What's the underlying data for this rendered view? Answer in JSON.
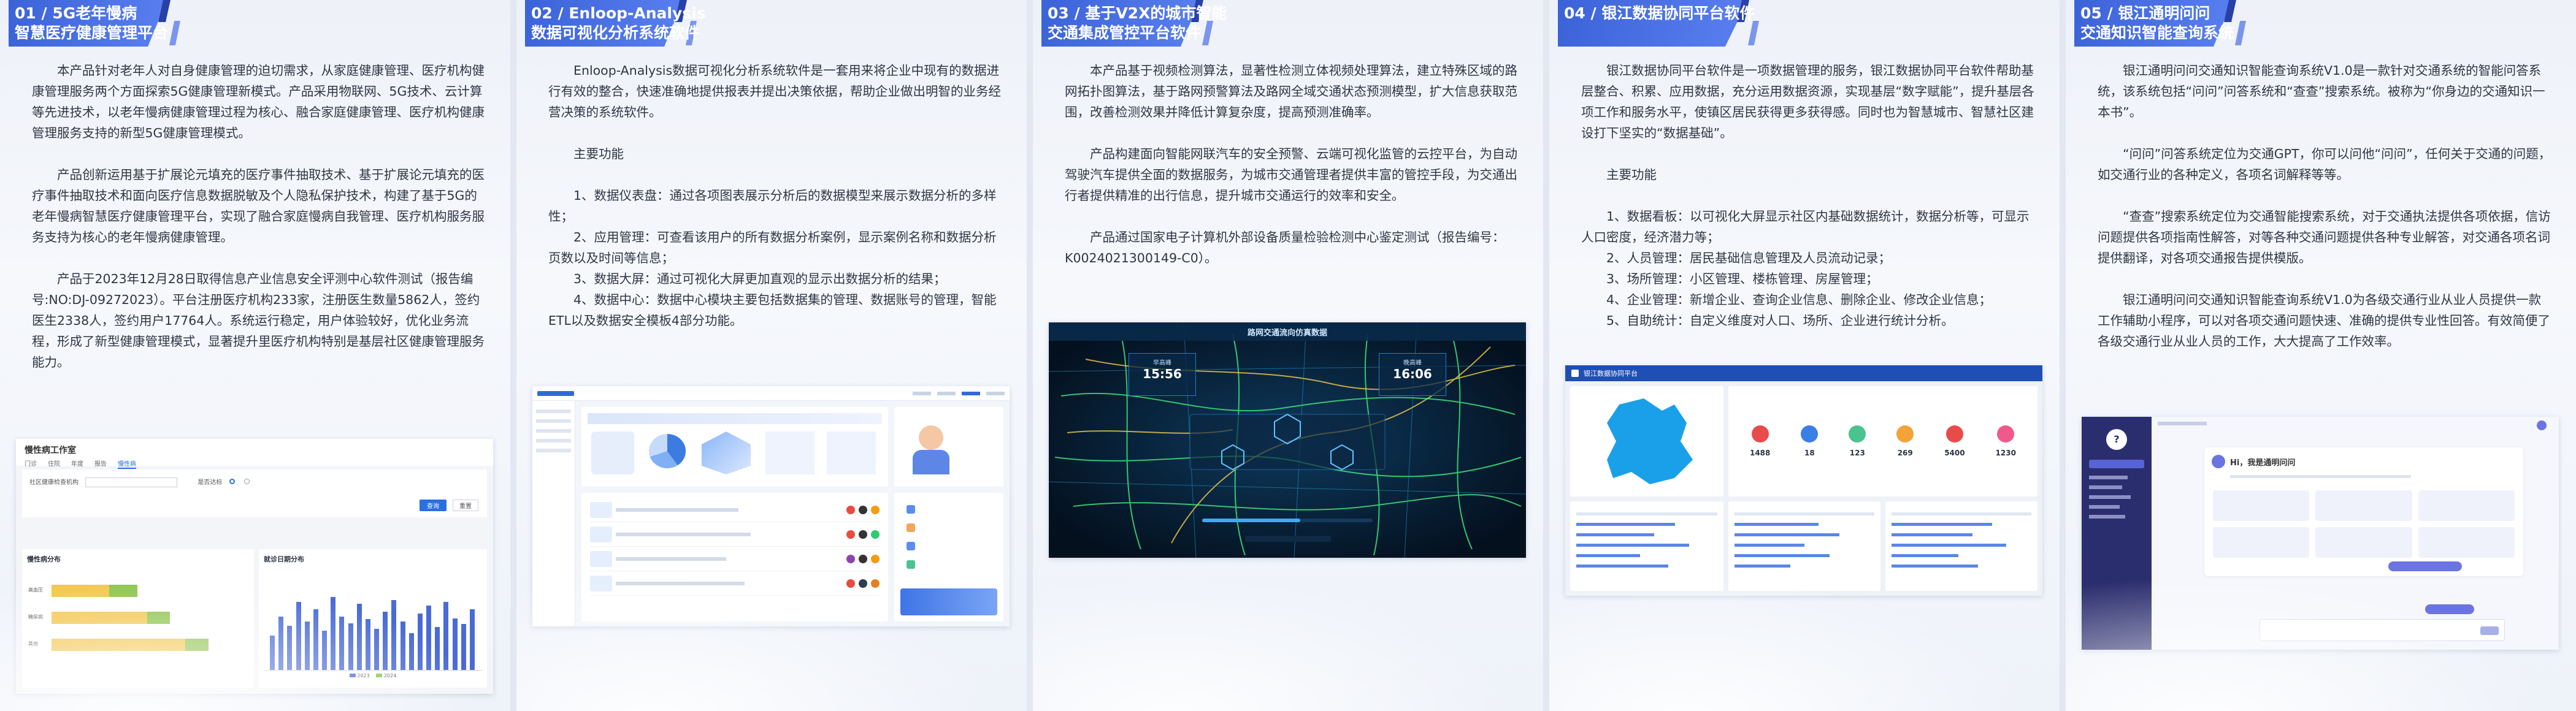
{
  "panels": [
    {
      "num": "01 / 5G老年慢病",
      "title": "智慧医疗健康管理平台",
      "paras": [
        "本产品针对老年人对自身健康管理的迫切需求，从家庭健康管理、医疗机构健康管理服务两个方面探索5G健康管理新模式。产品采用物联网、5G技术、云计算等先进技术，以老年慢病健康管理过程为核心、融合家庭健康管理、医疗机构健康管理服务支持的新型5G健康管理模式。",
        "产品创新运用基于扩展论元填充的医疗事件抽取技术、基于扩展论元填充的医疗事件抽取技术和面向医疗信息数据脱敏及个人隐私保护技术，构建了基于5G的老年慢病智慧医疗健康管理平台，实现了融合家庭慢病自我管理、医疗机构服务服务支持为核心的老年慢病健康管理。",
        "产品于2023年12月28日取得信息产业信息安全评测中心软件测试（报告编号:NO:DJ-09272023）。平台注册医疗机构233家，注册医生数量5862人，签约医生2338人，签约用户17764人。系统运行稳定，用户体验较好，优化业务流程，形成了新型健康管理模式，显著提升里医疗机构特别是基层社区健康管理服务能力。"
      ],
      "shot": {
        "title": "慢性病工作室",
        "tabs": [
          "门诊",
          "住院",
          "年度",
          "报告",
          "慢性病"
        ],
        "filter1": "社区健康检查机构",
        "filter2": "是否达标",
        "search": "查询",
        "reset": "重置",
        "chart1": "慢性病分布",
        "chart2": "就诊日期分布",
        "legend": [
          "2023",
          "2024"
        ],
        "bars1": [
          0.45,
          0.62,
          0.82
        ],
        "bars1b": [
          0.3,
          0.5,
          0.7
        ],
        "bars1labels": [
          "高血压",
          "糖尿病",
          "其他"
        ],
        "bars2": [
          0.35,
          0.55,
          0.45,
          0.7,
          0.5,
          0.62,
          0.4,
          0.75,
          0.55,
          0.48,
          0.68,
          0.52,
          0.42,
          0.6,
          0.72,
          0.5,
          0.38,
          0.58,
          0.66,
          0.44,
          0.7,
          0.53,
          0.47,
          0.62
        ]
      }
    },
    {
      "num": "02 / Enloop-Analysis",
      "title": "数据可视化分析系统软件",
      "paras": [
        "Enloop-Analysis数据可视化分析系统软件是一套用来将企业中现有的数据进行有效的整合，快速准确地提供报表并提出决策依据，帮助企业做出明智的业务经营决策的系统软件。"
      ],
      "func": "主要功能",
      "items": [
        "1、数据仪表盘：通过各项图表展示分析后的数据模型来展示数据分析的多样性；",
        "2、应用管理：可查看该用户的所有数据分析案例，显示案例名称和数据分析页数以及时间等信息；",
        "3、数据大屏：通过可视化大屏更加直观的显示出数据分析的结果；",
        "4、数据中心：数据中心模块主要包括数据集的管理、数据账号的管理，智能ETL以及数据安全模板4部分功能。"
      ]
    },
    {
      "num": "03 / 基于V2X的城市智能",
      "title": "交通集成管控平台软件",
      "paras": [
        "本产品基于视频检测算法，显著性检测立体视频处理算法，建立特殊区域的路网拓扑图算法，基于路网预警算法及路网全域交通状态预测模型，扩大信息获取范围，改善检测效果并降低计算复杂度，提高预测准确率。",
        "产品构建面向智能网联汽车的安全预警、云端可视化监管的云控平台，为自动驾驶汽车提供全面的数据服务，为城市交通管理者提供丰富的管控手段，为交通出行者提供精准的出行信息，提升城市交通运行的效率和安全。",
        "产品通过国家电子计算机外部设备质量检验检测中心鉴定测试（报告编号：K0024021300149-C0）。"
      ],
      "shot": {
        "title": "路网交通流向仿真数据",
        "left_label": "早高峰",
        "left_time": "15:56",
        "right_label": "晚高峰",
        "right_time": "16:06"
      }
    },
    {
      "num": "04 / 银江数据协同平台软件",
      "title": "",
      "paras": [
        "银江数据协同平台软件是一项数据管理的服务，银江数据协同平台软件帮助基层整合、积累、应用数据，充分运用数据资源，实现基层“数字赋能”，提升基层各项工作和服务水平，使镇区居民获得更多获得感。同时也为智慧城市、智慧社区建设打下坚实的“数据基础”。"
      ],
      "func": "主要功能",
      "items": [
        "1、数据看板：以可视化大屏显示社区内基础数据统计，数据分析等，可显示人口密度，经济潜力等；",
        "2、人员管理：居民基础信息管理及人员流动记录；",
        "3、场所管理：小区管理、楼栋管理、房屋管理；",
        "4、企业管理：新增企业、查询企业信息、删除企业、修改企业信息；",
        "5、自助统计：自定义维度对人口、场所、企业进行统计分析。"
      ],
      "shot": {
        "title": "银江数据协同平台",
        "stats": [
          "1488",
          "18",
          "123",
          "269",
          "5400",
          "1230"
        ]
      }
    },
    {
      "num": "05 / 银江通明问问",
      "title": "交通知识智能查询系统",
      "paras": [
        "银江通明问问交通知识智能查询系统V1.0是一款针对交通系统的智能问答系统，该系统包括“问问”问答系统和“查查”搜索系统。被称为“你身边的交通知识一本书”。",
        "“问问”问答系统定位为交通GPT，你可以问他“问问”，任何关于交通的问题，如交通行业的各种定义，各项名词解释等等。",
        "“查查”搜索系统定位为交通智能搜索系统，对于交通执法提供各项依据，信访问题提供各项指南性解答，对等各种交通问题提供各种专业解答，对交通各项名词提供翻译，对各项交通报告提供模版。",
        "银江通明问问交通知识智能查询系统V1.0为各级交通行业从业人员提供一款工作辅助小程序，可以对各项交通问题快速、准确的提供专业性回答。有效简便了各级交通行业从业人员的工作，大大提高了工作效率。"
      ],
      "shot": {
        "greeting": "Hi，我是通明问问"
      }
    }
  ]
}
